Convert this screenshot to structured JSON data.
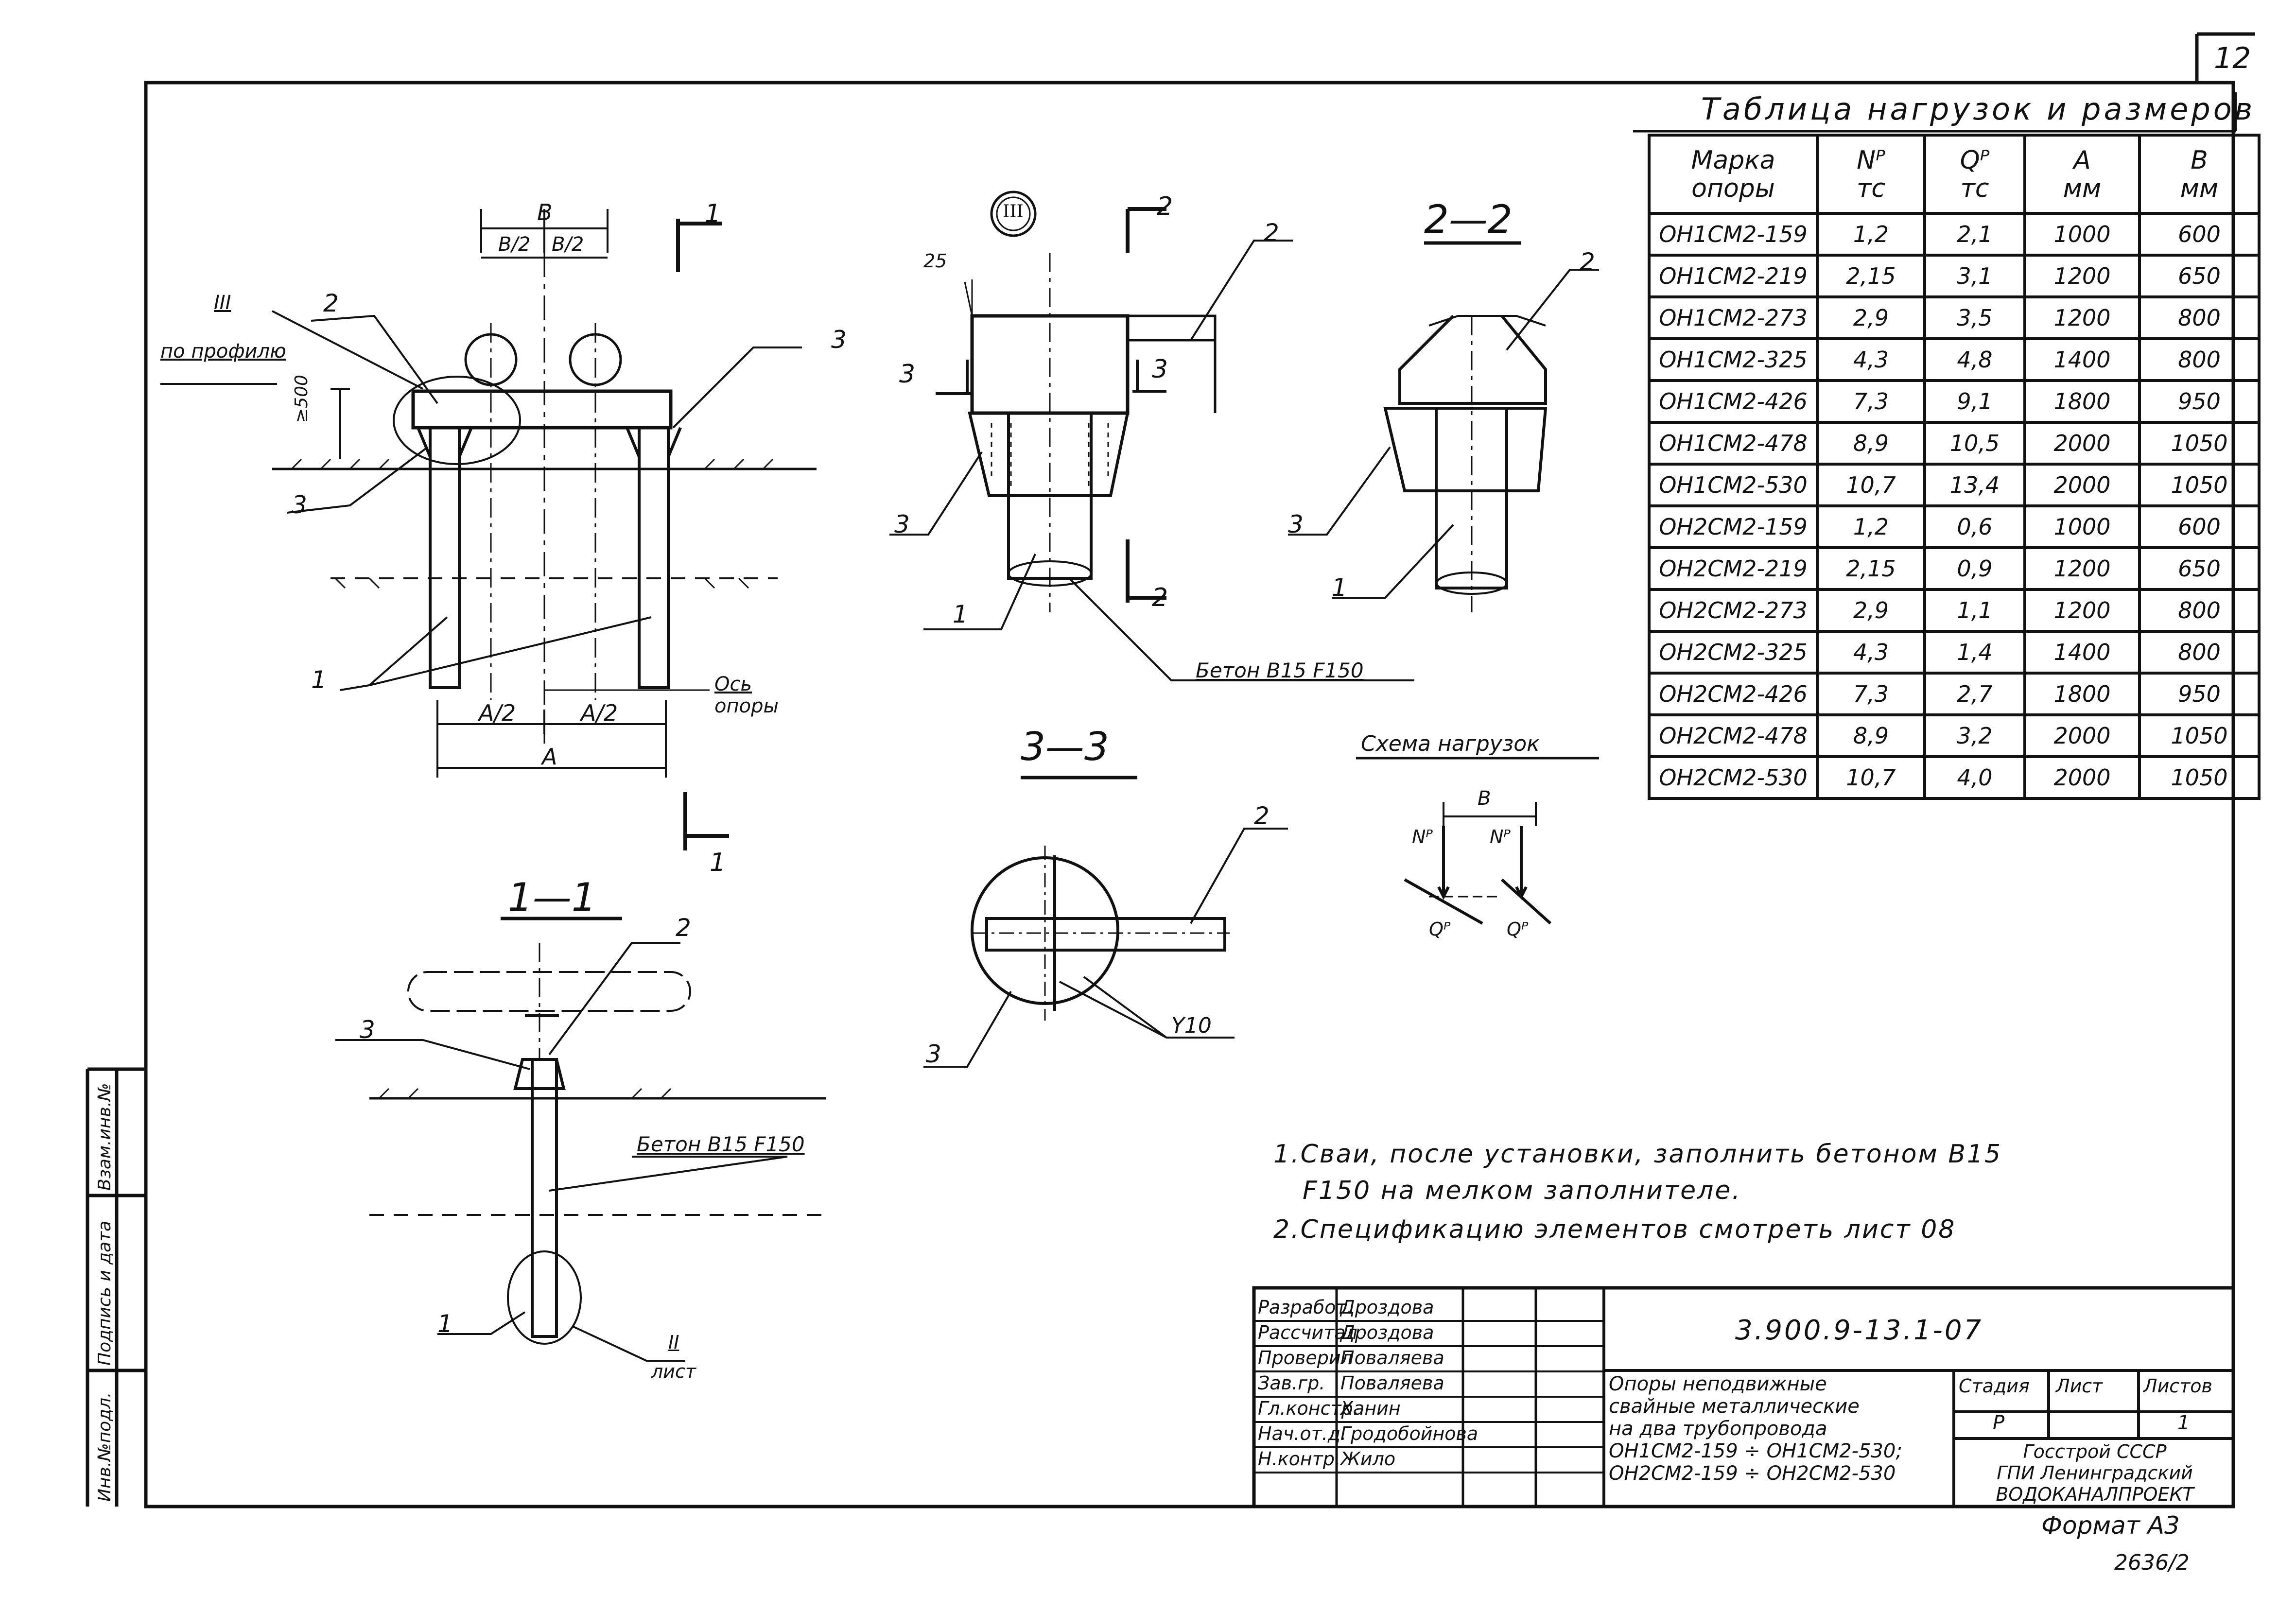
{
  "sheet_number": "12",
  "table": {
    "title": "Таблица нагрузок и размеров",
    "headers": [
      {
        "top": "Марка",
        "bottom": "опоры"
      },
      {
        "top": "Nᴾ",
        "bottom": "тс"
      },
      {
        "top": "Qᴾ",
        "bottom": "тс"
      },
      {
        "top": "A",
        "bottom": "мм"
      },
      {
        "top": "B",
        "bottom": "мм"
      }
    ],
    "rows": [
      [
        "ОН1СМ2-159",
        "1,2",
        "2,1",
        "1000",
        "600"
      ],
      [
        "ОН1СМ2-219",
        "2,15",
        "3,1",
        "1200",
        "650"
      ],
      [
        "ОН1СМ2-273",
        "2,9",
        "3,5",
        "1200",
        "800"
      ],
      [
        "ОН1СМ2-325",
        "4,3",
        "4,8",
        "1400",
        "800"
      ],
      [
        "ОН1СМ2-426",
        "7,3",
        "9,1",
        "1800",
        "950"
      ],
      [
        "ОН1СМ2-478",
        "8,9",
        "10,5",
        "2000",
        "1050"
      ],
      [
        "ОН1СМ2-530",
        "10,7",
        "13,4",
        "2000",
        "1050"
      ],
      [
        "ОН2СМ2-159",
        "1,2",
        "0,6",
        "1000",
        "600"
      ],
      [
        "ОН2СМ2-219",
        "2,15",
        "0,9",
        "1200",
        "650"
      ],
      [
        "ОН2СМ2-273",
        "2,9",
        "1,1",
        "1200",
        "800"
      ],
      [
        "ОН2СМ2-325",
        "4,3",
        "1,4",
        "1400",
        "800"
      ],
      [
        "ОН2СМ2-426",
        "7,3",
        "2,7",
        "1800",
        "950"
      ],
      [
        "ОН2СМ2-478",
        "8,9",
        "3,2",
        "2000",
        "1050"
      ],
      [
        "ОН2СМ2-530",
        "10,7",
        "4,0",
        "2000",
        "1050"
      ]
    ]
  },
  "labels": {
    "dim_B": "B",
    "dim_B_half": "B/2",
    "dim_A": "A",
    "dim_A_half": "A/2",
    "roman_3": "III",
    "by_profile": "по профилю",
    "height_500": "≥500",
    "axis_line1": "Ось",
    "axis_line2": "опоры",
    "pos_1": "1",
    "pos_2": "2",
    "pos_3": "3",
    "dim_25": "25",
    "concrete": "Бетон В15 F150",
    "section_1_1": "1—1",
    "section_2_2": "2—2",
    "section_3_3": "3—3",
    "load_scheme": "Схема нагрузок",
    "np": "Nᴾ",
    "qp": "Qᴾ",
    "weld": "Y10",
    "roman_2": "II",
    "sheet_word": "лист"
  },
  "notes": [
    "1.Сваи, после установки, заполнить бетоном В15",
    "F150 на мелком заполнителе.",
    "2.Спецификацию элементов смотреть лист 08"
  ],
  "left_strip": [
    "Инв.№подл.",
    "Подпись и дата",
    "Взам.инв.№"
  ],
  "stamp": {
    "code": "3.900.9-13.1-07",
    "title_lines": [
      "Опоры неподвижные",
      "свайные металлические",
      "на два трубопровода",
      "ОН1СМ2-159 ÷ ОН1СМ2-530;",
      "ОН2СМ2-159 ÷ ОН2СМ2-530"
    ],
    "roles": [
      {
        "role": "Разработ.",
        "name": "Дроздова"
      },
      {
        "role": "Рассчитал",
        "name": "Дроздова"
      },
      {
        "role": "Проверил",
        "name": "Поваляева"
      },
      {
        "role": "Зав.гр.",
        "name": "Поваляева"
      },
      {
        "role": "Гл.констр.",
        "name": "Ханин"
      },
      {
        "role": "Нач.от.д.",
        "name": "Гродобойнова"
      },
      {
        "role": "Н.контр.",
        "name": "Жило"
      }
    ],
    "stage_header": "Стадия",
    "sheet_header": "Лист",
    "sheets_header": "Листов",
    "stage": "Р",
    "sheets": "1",
    "org_lines": [
      "Госстрой СССР",
      "ГПИ Ленинградский",
      "ВОДОКАНАЛПРОЕКТ"
    ]
  },
  "format": "Формат А3",
  "archive_no": "2636/2"
}
